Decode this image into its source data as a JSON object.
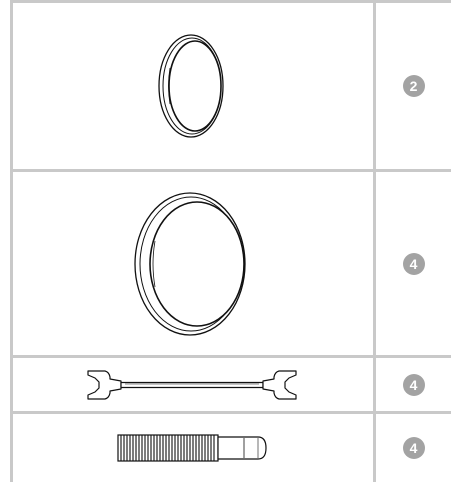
{
  "parts": [
    {
      "illustration": "small-round-cap-icon",
      "quantity": "2"
    },
    {
      "illustration": "large-round-cap-icon",
      "quantity": "4"
    },
    {
      "illustration": "double-open-end-wrench-icon",
      "quantity": "4"
    },
    {
      "illustration": "threaded-rod-icon",
      "quantity": "4"
    }
  ],
  "colors": {
    "grid_line": "#c9c9c9",
    "badge_fill": "#a3a3a3",
    "badge_text": "#ffffff",
    "drawing_stroke": "#111111"
  }
}
